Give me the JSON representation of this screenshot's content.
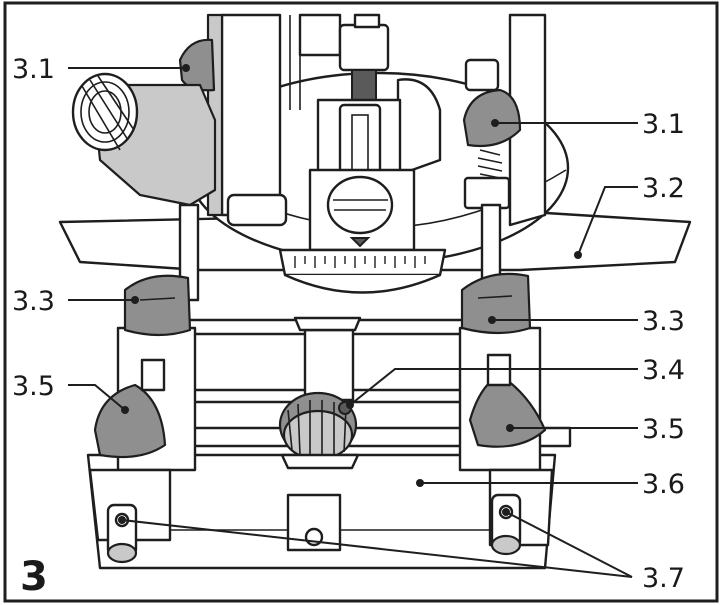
{
  "figure_number": "3",
  "callouts": {
    "c31_left": "3.1",
    "c31_right": "3.1",
    "c32": "3.2",
    "c33_left": "3.3",
    "c33_right": "3.3",
    "c34": "3.4",
    "c35_left": "3.5",
    "c35_right": "3.5",
    "c36": "3.6",
    "c37": "3.7"
  }
}
